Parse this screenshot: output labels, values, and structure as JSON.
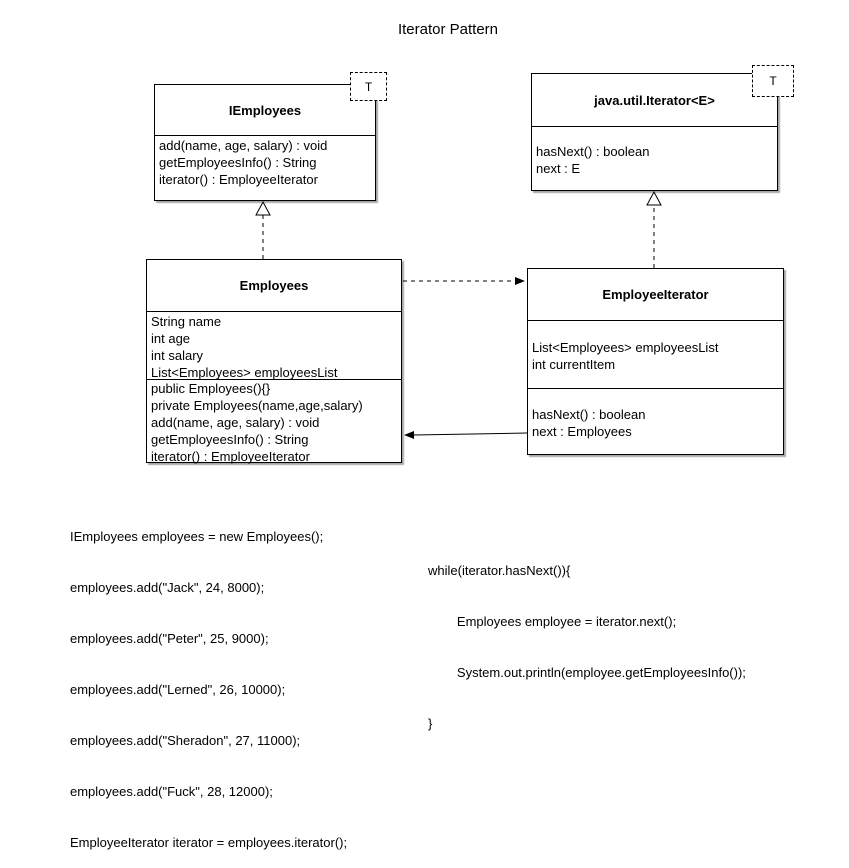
{
  "title": "Iterator Pattern",
  "iemployees": {
    "name": "IEmployees",
    "type_param": "T",
    "methods": [
      "add(name, age, salary) : void",
      "getEmployeesInfo() : String",
      "iterator() : EmployeeIterator"
    ]
  },
  "java_iterator": {
    "name": "java.util.Iterator<E>",
    "type_param": "T",
    "methods": [
      "hasNext() : boolean",
      "next : E"
    ]
  },
  "employees": {
    "name": "Employees",
    "fields": [
      "String name",
      "int age",
      "int salary",
      "List<Employees> employeesList"
    ],
    "methods": [
      "public Employees(){}",
      "private Employees(name,age,salary)",
      "add(name, age, salary) : void",
      "getEmployeesInfo() : String",
      "iterator() : EmployeeIterator"
    ]
  },
  "employee_iterator": {
    "name": "EmployeeIterator",
    "fields": [
      "List<Employees> employeesList",
      "int currentItem"
    ],
    "methods": [
      "hasNext() : boolean",
      "next : Employees"
    ]
  },
  "code_left": [
    "IEmployees employees = new Employees();",
    "employees.add(\"Jack\", 24, 8000);",
    "employees.add(\"Peter\", 25, 9000);",
    "employees.add(\"Lerned\", 26, 10000);",
    "employees.add(\"Sheradon\", 27, 11000);",
    "employees.add(\"Fuck\", 28, 12000);",
    "EmployeeIterator iterator = employees.iterator();"
  ],
  "code_right": [
    "while(iterator.hasNext()){",
    "        Employees employee = iterator.next();",
    "        System.out.println(employee.getEmployeesInfo());",
    "}"
  ]
}
